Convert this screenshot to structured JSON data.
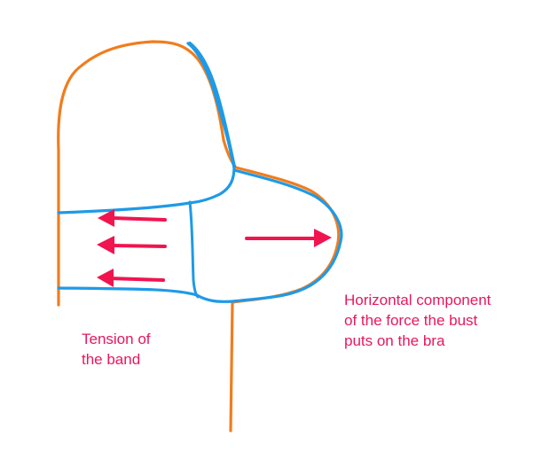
{
  "colors": {
    "outline": "#f07d1e",
    "body": "#1e9ae6",
    "arrow": "#f0144f",
    "text": "#e8175d"
  },
  "labels": {
    "band": {
      "line1": "Tension of",
      "line2": "the band"
    },
    "bust": {
      "line1": "Horizontal component",
      "line2": "of the force the bust",
      "line3": "puts on the bra"
    }
  },
  "arrows": {
    "band_tension_count": 3,
    "bust_force_count": 1
  }
}
